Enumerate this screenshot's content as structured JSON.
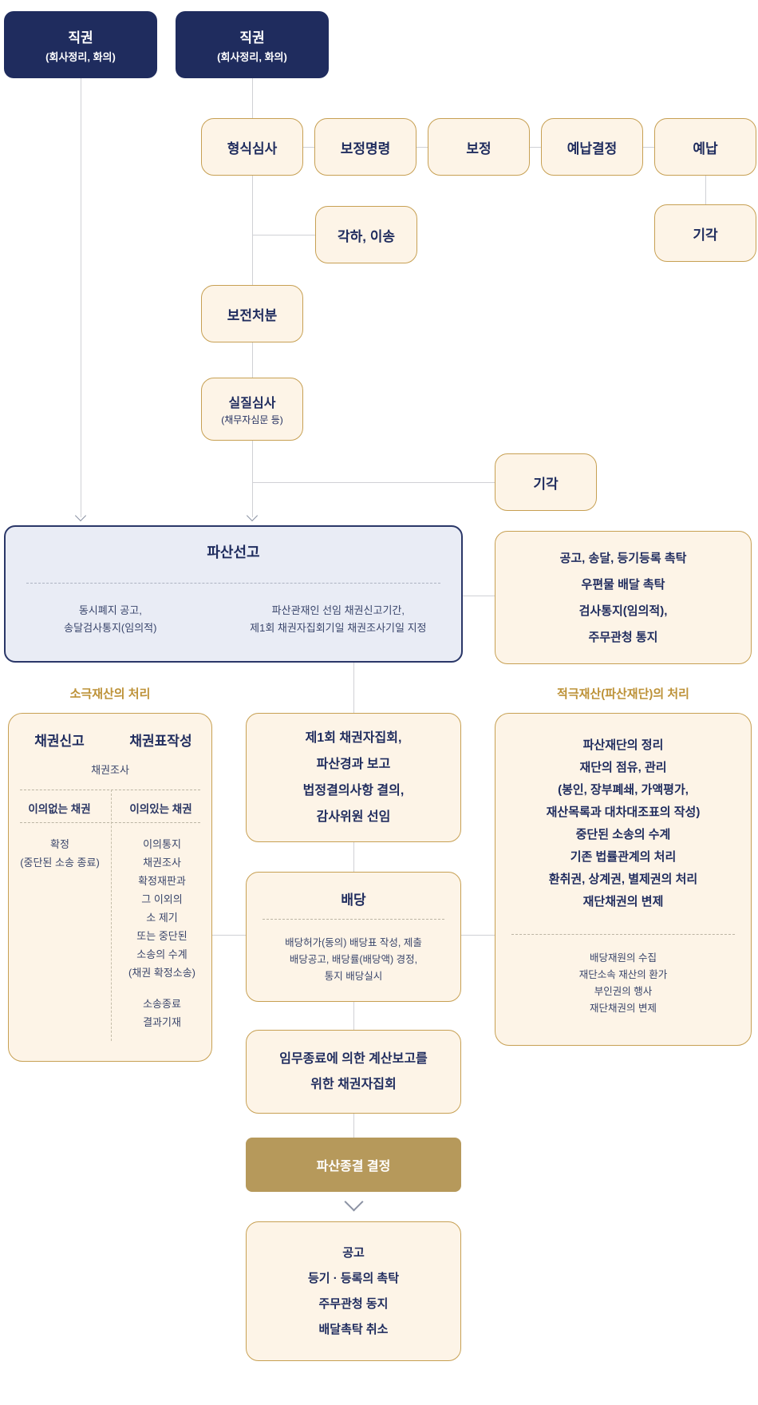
{
  "colors": {
    "navy": "#1f2c5e",
    "cream_fill": "#fdf4e7",
    "gold_border": "#c7a053",
    "gold_fill": "#b6995b",
    "section_header_gold": "#bd9238",
    "declaration_fill": "#e9ecf5",
    "connector_grey": "#d0d1d5",
    "arrow_grey": "#8b92a3"
  },
  "top": {
    "authority_left": {
      "title": "직권",
      "subtitle": "(회사정리, 화의)"
    },
    "authority_right": {
      "title": "직권",
      "subtitle": "(회사정리, 화의)"
    }
  },
  "screening_row": [
    "형식심사",
    "보정명령",
    "보정",
    "예납결정",
    "예납"
  ],
  "rejection_top": "기각",
  "dismissal_transfer": "각하, 이송",
  "preservation": "보전처분",
  "substantive": {
    "title": "실질심사",
    "subtitle": "(채무자심문 등)"
  },
  "rejection_mid": "기각",
  "declaration": {
    "title": "파산선고",
    "left_note": [
      "동시폐지 공고,",
      "송달검사통지(임의적)"
    ],
    "right_note": [
      "파산관재인 선임 채권신고기간,",
      "제1회 채권자집회기일 채권조사기일 지정"
    ]
  },
  "notice_box": [
    "공고, 송달, 등기등록 촉탁",
    "우편물 배달 촉탁",
    "검사통지(임의적),",
    "주무관청 통지"
  ],
  "section_left_header": "소극재산의 처리",
  "section_right_header": "적극재산(파산재단)의 처리",
  "claims_box": {
    "header_left": "채권신고",
    "header_right": "채권표작성",
    "sub_header": "채권조사",
    "col_left_title": "이의없는 채권",
    "col_right_title": "이의있는 채권",
    "col_left_lines": [
      "확정",
      "(중단된 소송 종료)"
    ],
    "col_right_lines": [
      "이의통지",
      "채권조사",
      "확정재판과",
      "그 이외의",
      "소 제기",
      "또는 중단된",
      "소송의 수계",
      "(채권 확정소송)"
    ],
    "col_right_footer": [
      "소송종료",
      "결과기재"
    ]
  },
  "first_meeting_box": [
    "제1회 채권자집회,",
    "파산경과 보고",
    "법정결의사항 결의,",
    "감사위원 선임"
  ],
  "dividend_box": {
    "title": "배당",
    "lines": [
      "배당허가(동의) 배당표 작성, 제출",
      "배당공고, 배당률(배당액) 경정,",
      "통지 배당실시"
    ]
  },
  "estate_box": {
    "lines": [
      "파산재단의 정리",
      "재단의 점유, 관리",
      "(봉인, 장부폐쇄, 가액평가,",
      "재산목록과 대차대조표의 작성)",
      "중단된 소송의 수계",
      "기존 법률관계의 처리",
      "환취권, 상계권, 별제권의 처리",
      "재단채권의 변제"
    ],
    "sub_lines": [
      "배당재원의 수집",
      "재단소속 재산의 환가",
      "부인권의 행사",
      "재단채권의 변제"
    ]
  },
  "final_meeting_box": [
    "임무종료에 의한 계산보고를",
    "위한 채권자집회"
  ],
  "closure_box": "파산종결 결정",
  "closing_steps_box": [
    "공고",
    "등기 · 등록의 촉탁",
    "주무관청 동지",
    "배달촉탁 취소"
  ]
}
